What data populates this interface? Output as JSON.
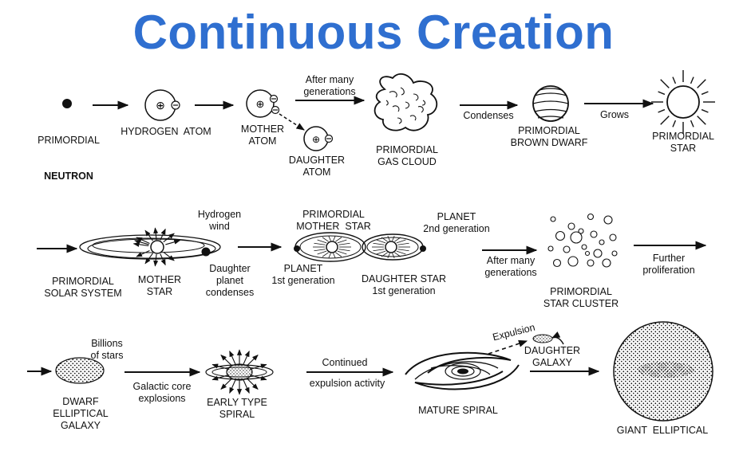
{
  "title": "Continuous Creation",
  "row1": {
    "primordial_neutron": [
      "PRIMORDIAL",
      "NEUTRON"
    ],
    "hydrogen_atom": "HYDROGEN  ATOM",
    "mother_atom": "MOTHER\nATOM",
    "daughter_atom": "DAUGHTER\nATOM",
    "after_many_generations": "After many\ngenerations",
    "primordial_gas_cloud": "PRIMORDIAL\nGAS CLOUD",
    "condenses": "Condenses",
    "primordial_brown_dwarf": "PRIMORDIAL\nBROWN DWARF",
    "grows": "Grows",
    "primordial_star": "PRIMORDIAL\nSTAR"
  },
  "row2": {
    "primordial_solar_system": "PRIMORDIAL\nSOLAR SYSTEM",
    "mother_star": "MOTHER\nSTAR",
    "hydrogen_wind": "Hydrogen\nwind",
    "daughter_planet_condenses": "Daughter\nplanet\ncondenses",
    "primordial_mother_star": "PRIMORDIAL\nMOTHER  STAR",
    "planet_1st_generation": "PLANET\n1st generation",
    "daughter_star_1st_generation": "DAUGHTER STAR\n1st generation",
    "planet_2nd_generation": "PLANET\n2nd generation",
    "after_many_generations": "After many\ngenerations",
    "primordial_star_cluster": "PRIMORDIAL\nSTAR CLUSTER",
    "further_proliferation": "Further\nproliferation"
  },
  "row3": {
    "billions_of_stars": "Billions\nof stars",
    "dwarf_elliptical_galaxy": "DWARF\nELLIPTICAL\nGALAXY",
    "galactic_core_explosions": "Galactic core\nexplosions",
    "early_type_spiral": "EARLY TYPE\nSPIRAL",
    "continued": "Continued",
    "expulsion_activity": "expulsion activity",
    "mature_spiral": "MATURE SPIRAL",
    "expulsion": "Expulsion",
    "daughter_galaxy": "DAUGHTER\nGALAXY",
    "giant_elliptical": "GIANT  ELLIPTICAL"
  },
  "symbols": {
    "proton": "⊕",
    "electron": "⊖"
  },
  "colors": {
    "title": "#2f6fd0",
    "ink": "#111111",
    "background": "#ffffff"
  }
}
